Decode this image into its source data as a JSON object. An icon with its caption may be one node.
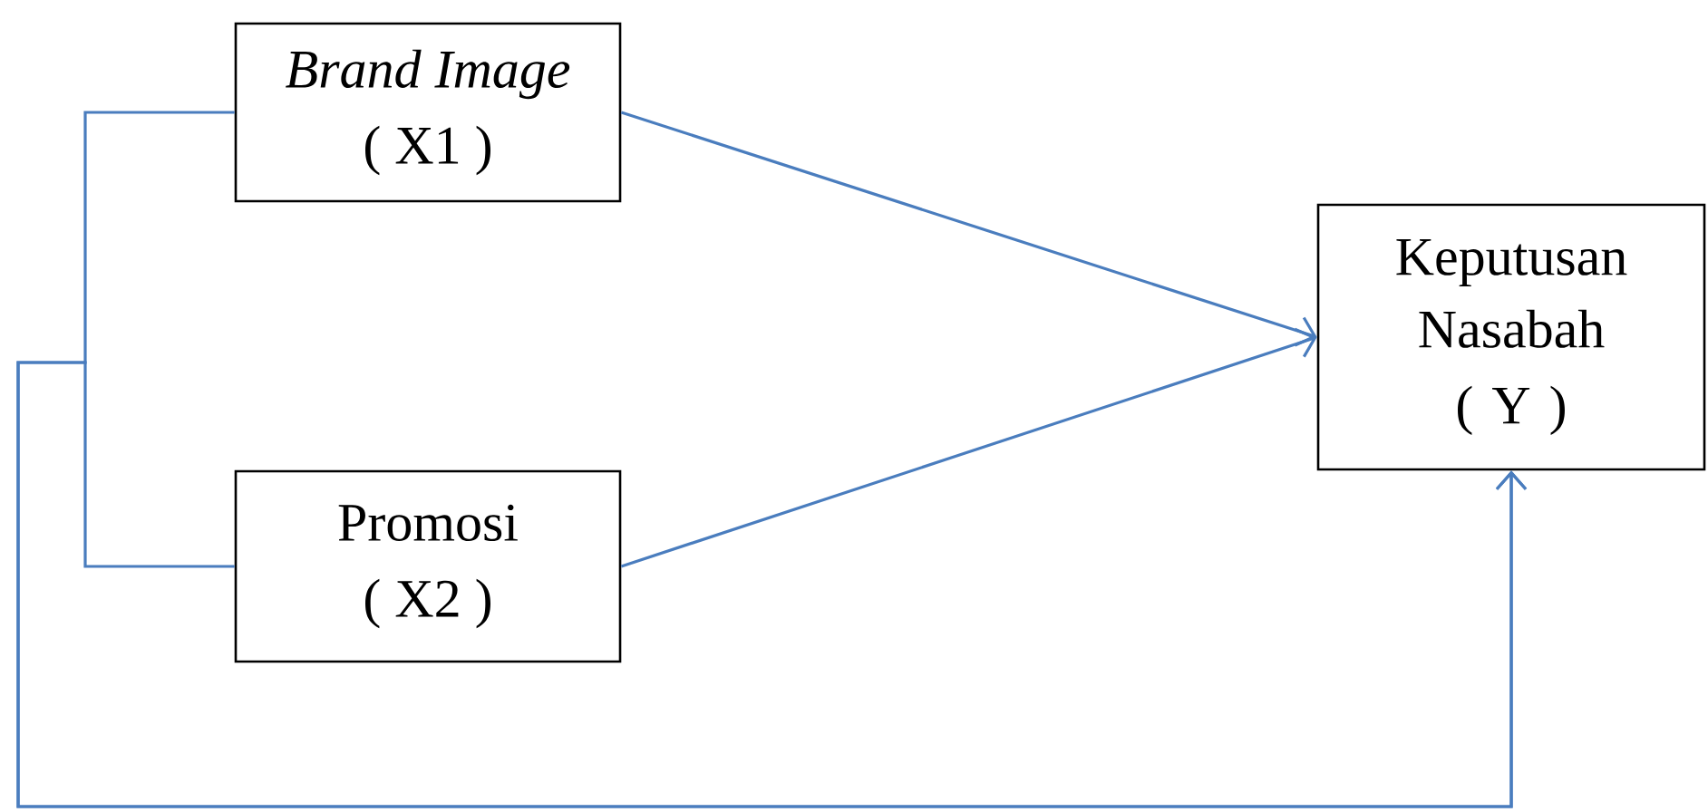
{
  "diagram": {
    "nodes": [
      {
        "text": [
          "Brand Image",
          "( X1 )"
        ]
      },
      {
        "text": [
          "Promosi",
          "( X2 )"
        ]
      },
      {
        "text": [
          "Keputusan Nasabah",
          "( Y )"
        ]
      }
    ],
    "edges": [
      {
        "from": 0,
        "to": 2,
        "arrow": "to"
      },
      {
        "from": 1,
        "to": 2,
        "arrow": "to"
      },
      {
        "from": 0,
        "to": 2,
        "arrow": "to"
      },
      {
        "from": 1,
        "to": 2,
        "arrow": "to"
      }
    ]
  }
}
